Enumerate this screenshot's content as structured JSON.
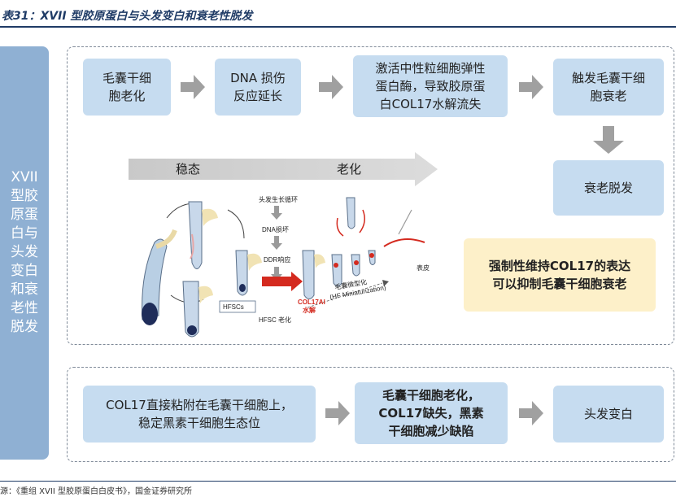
{
  "header": {
    "title": "表31：XVII 型胶原蛋白与头发变白和衰老性脱发"
  },
  "sidebar": {
    "lines": [
      "XVII",
      "型胶",
      "原蛋",
      "白与",
      "头发",
      "变白",
      "和衰",
      "老性",
      "脱发"
    ]
  },
  "top_flow": {
    "box1": [
      "毛囊干细",
      "胞老化"
    ],
    "box2": [
      "DNA 损伤",
      "反应延长"
    ],
    "box3": [
      "激活中性粒细胞弹性",
      "蛋白酶，导致胶原蛋",
      "白COL17水解流失"
    ],
    "box4": [
      "触发毛囊干细",
      "胞衰老"
    ],
    "box5": "衰老脱发",
    "note": [
      "强制性维持COL17的表达",
      "可以抑制毛囊干细胞衰老"
    ]
  },
  "stage_arrow": {
    "left": "稳态",
    "right": "老化"
  },
  "illustration": {
    "step1": "头发生长循环",
    "step2": "DNA损坏",
    "step3": "DDR响应",
    "step4": "HFSC 老化",
    "hfscs": "HFSCs",
    "col17": "COL17AI",
    "col17b": "水解",
    "mini_cn": "毛囊微型化",
    "mini_en": "(HF Miniaturization)",
    "skin": "表皮"
  },
  "bottom_flow": {
    "box1": [
      "COL17直接粘附在毛囊干细胞上，",
      "稳定黑素干细胞生态位"
    ],
    "box2": [
      "毛囊干细胞老化，",
      "COL17缺失，黑素",
      "干细胞减少缺陷"
    ],
    "box3": "头发变白"
  },
  "footer": {
    "source": "源：《重组 XVII 型胶原蛋白白皮书》，国金证券研究所"
  }
}
